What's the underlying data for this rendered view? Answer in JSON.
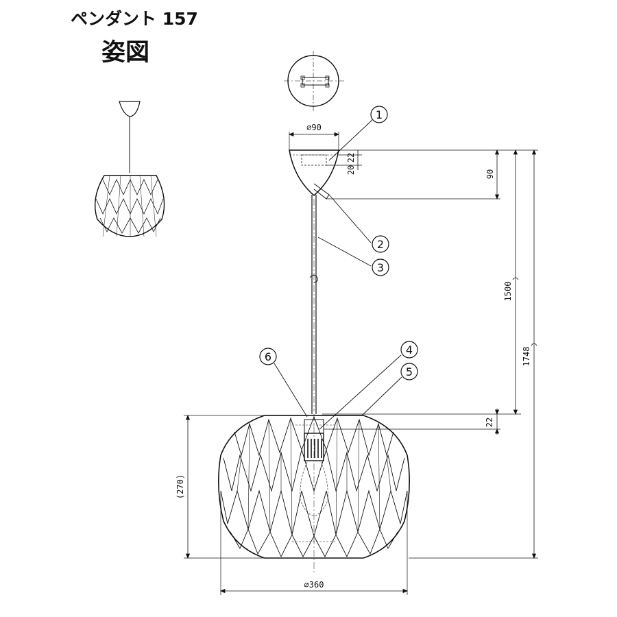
{
  "header": {
    "title": "ペンダント 157",
    "subtitle": "姿図"
  },
  "dimensions": {
    "canopy_diameter": "⌀90",
    "d20": "20",
    "d22_top": "22",
    "canopy_height": "90",
    "cord_length": "1500",
    "total_length": "1748",
    "shade_top": "22",
    "shade_height": "(270)",
    "shade_diameter": "⌀360"
  },
  "parts": [
    "1",
    "2",
    "3",
    "4",
    "5",
    "6"
  ]
}
